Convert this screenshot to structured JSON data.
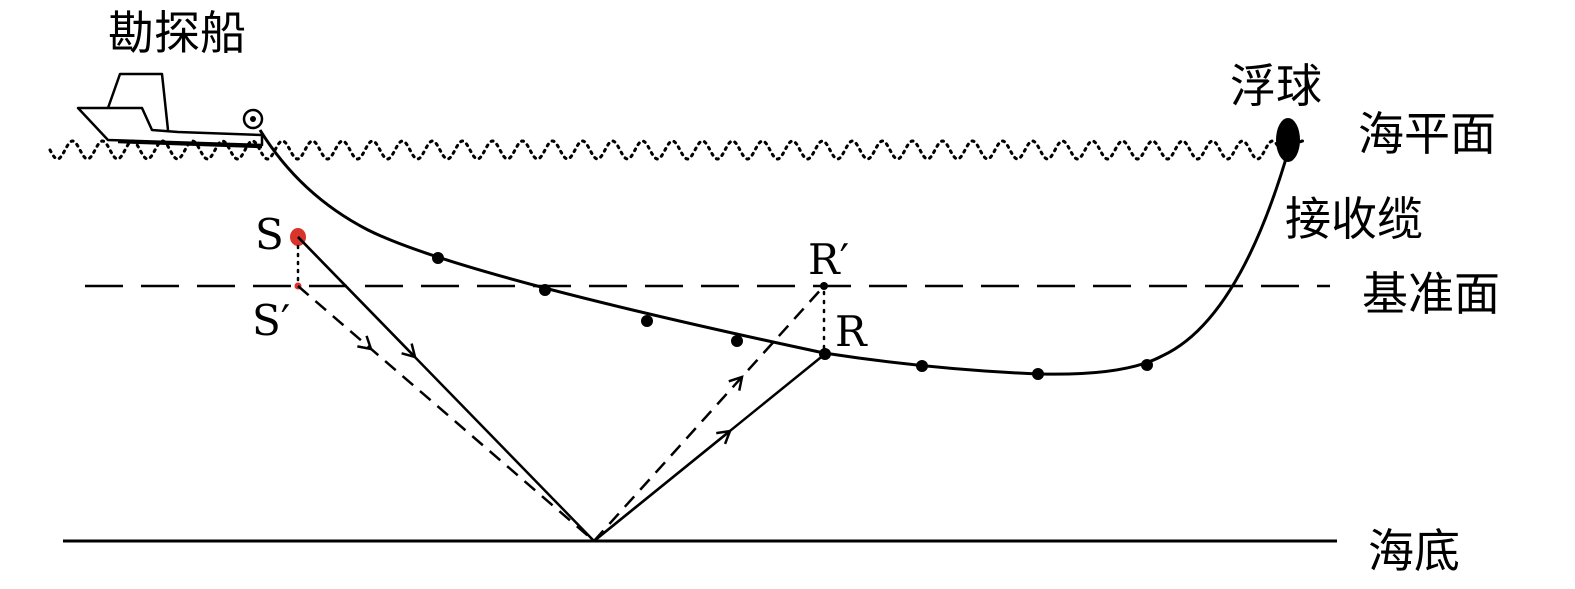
{
  "labels": {
    "ship": "勘探船",
    "buoy": "浮球",
    "sea_level": "海平面",
    "cable": "接收缆",
    "datum": "基准面",
    "seafloor": "海底",
    "source": "S",
    "source_prime": "S′",
    "receiver": "R",
    "receiver_prime": "R′"
  },
  "colors": {
    "ink": "#000000",
    "source": "#d9342b"
  },
  "icons": {
    "ship": "ship-icon",
    "buoy": "buoy-icon",
    "reel": "cable-reel-icon"
  }
}
